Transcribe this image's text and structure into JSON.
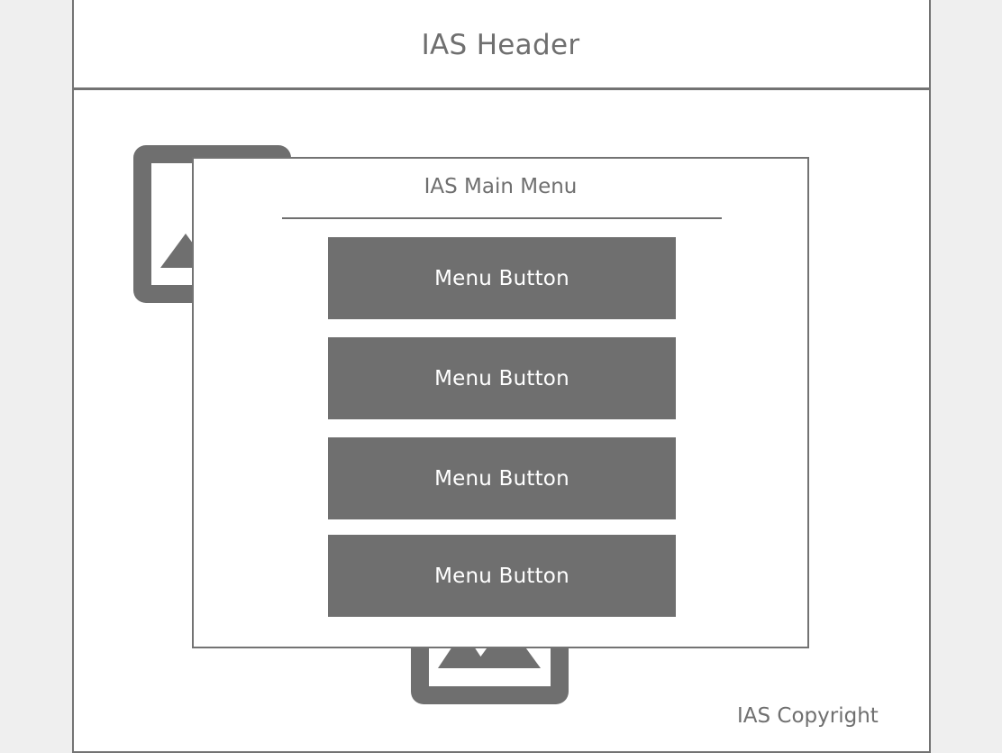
{
  "header": {
    "title": "IAS Header"
  },
  "background_images": [
    {
      "icon": "image-placeholder-icon"
    },
    {
      "icon": "image-placeholder-icon"
    }
  ],
  "main_menu": {
    "title": "IAS Main Menu",
    "buttons": [
      {
        "label": "Menu Button"
      },
      {
        "label": "Menu Button"
      },
      {
        "label": "Menu Button"
      },
      {
        "label": "Menu Button"
      }
    ]
  },
  "footer": {
    "copyright": "IAS Copyright"
  },
  "colors": {
    "frame_border": "#737373",
    "button_fill": "#6f6f6f",
    "button_text": "#ffffff",
    "text": "#6f6f6f",
    "page_background": "#efefef"
  }
}
